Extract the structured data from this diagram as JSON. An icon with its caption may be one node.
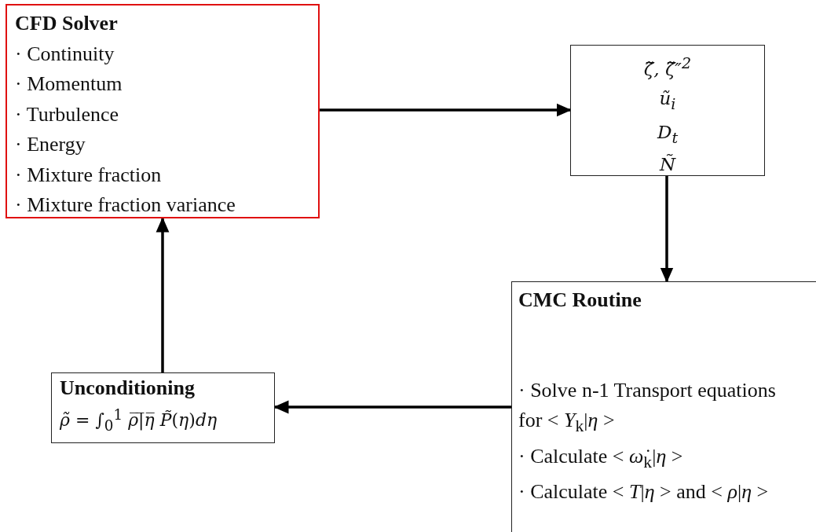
{
  "diagram": {
    "nodes": [
      {
        "text": [
          "CFD Solver",
          "· Continuity",
          "· Momentum",
          "· Turbulence",
          "· Energy",
          "· Mixture fraction",
          "· Mixture fraction variance"
        ]
      },
      {
        "text": [
          "ζ̃, ζ̃″$^{2}$",
          "ũ$_{i}$",
          "D$_{t}$",
          "Ñ"
        ]
      },
      {
        "text": [
          "CMC Routine",
          "· Solve n-1 Transport equations for < *Y*$_{k}$|*η* >",
          "· Calculate < *ω̇*$_{k}$|*η* >",
          "· Calculate < *T*|*η* > and < *ρ*|*η* >"
        ]
      },
      {
        "text": [
          "Unconditioning",
          "*ρ̃* = ∫$_{0}$$^{1}$ *ρ̅|̅η̅* *P̃*(*η*)*dη*"
        ]
      }
    ],
    "edges": [
      {
        "from": 0,
        "to": 1,
        "arrow": "to"
      },
      {
        "from": 1,
        "to": 2,
        "arrow": "to"
      },
      {
        "from": 2,
        "to": 3,
        "arrow": "to"
      },
      {
        "from": 3,
        "to": 0,
        "arrow": "to"
      }
    ]
  }
}
